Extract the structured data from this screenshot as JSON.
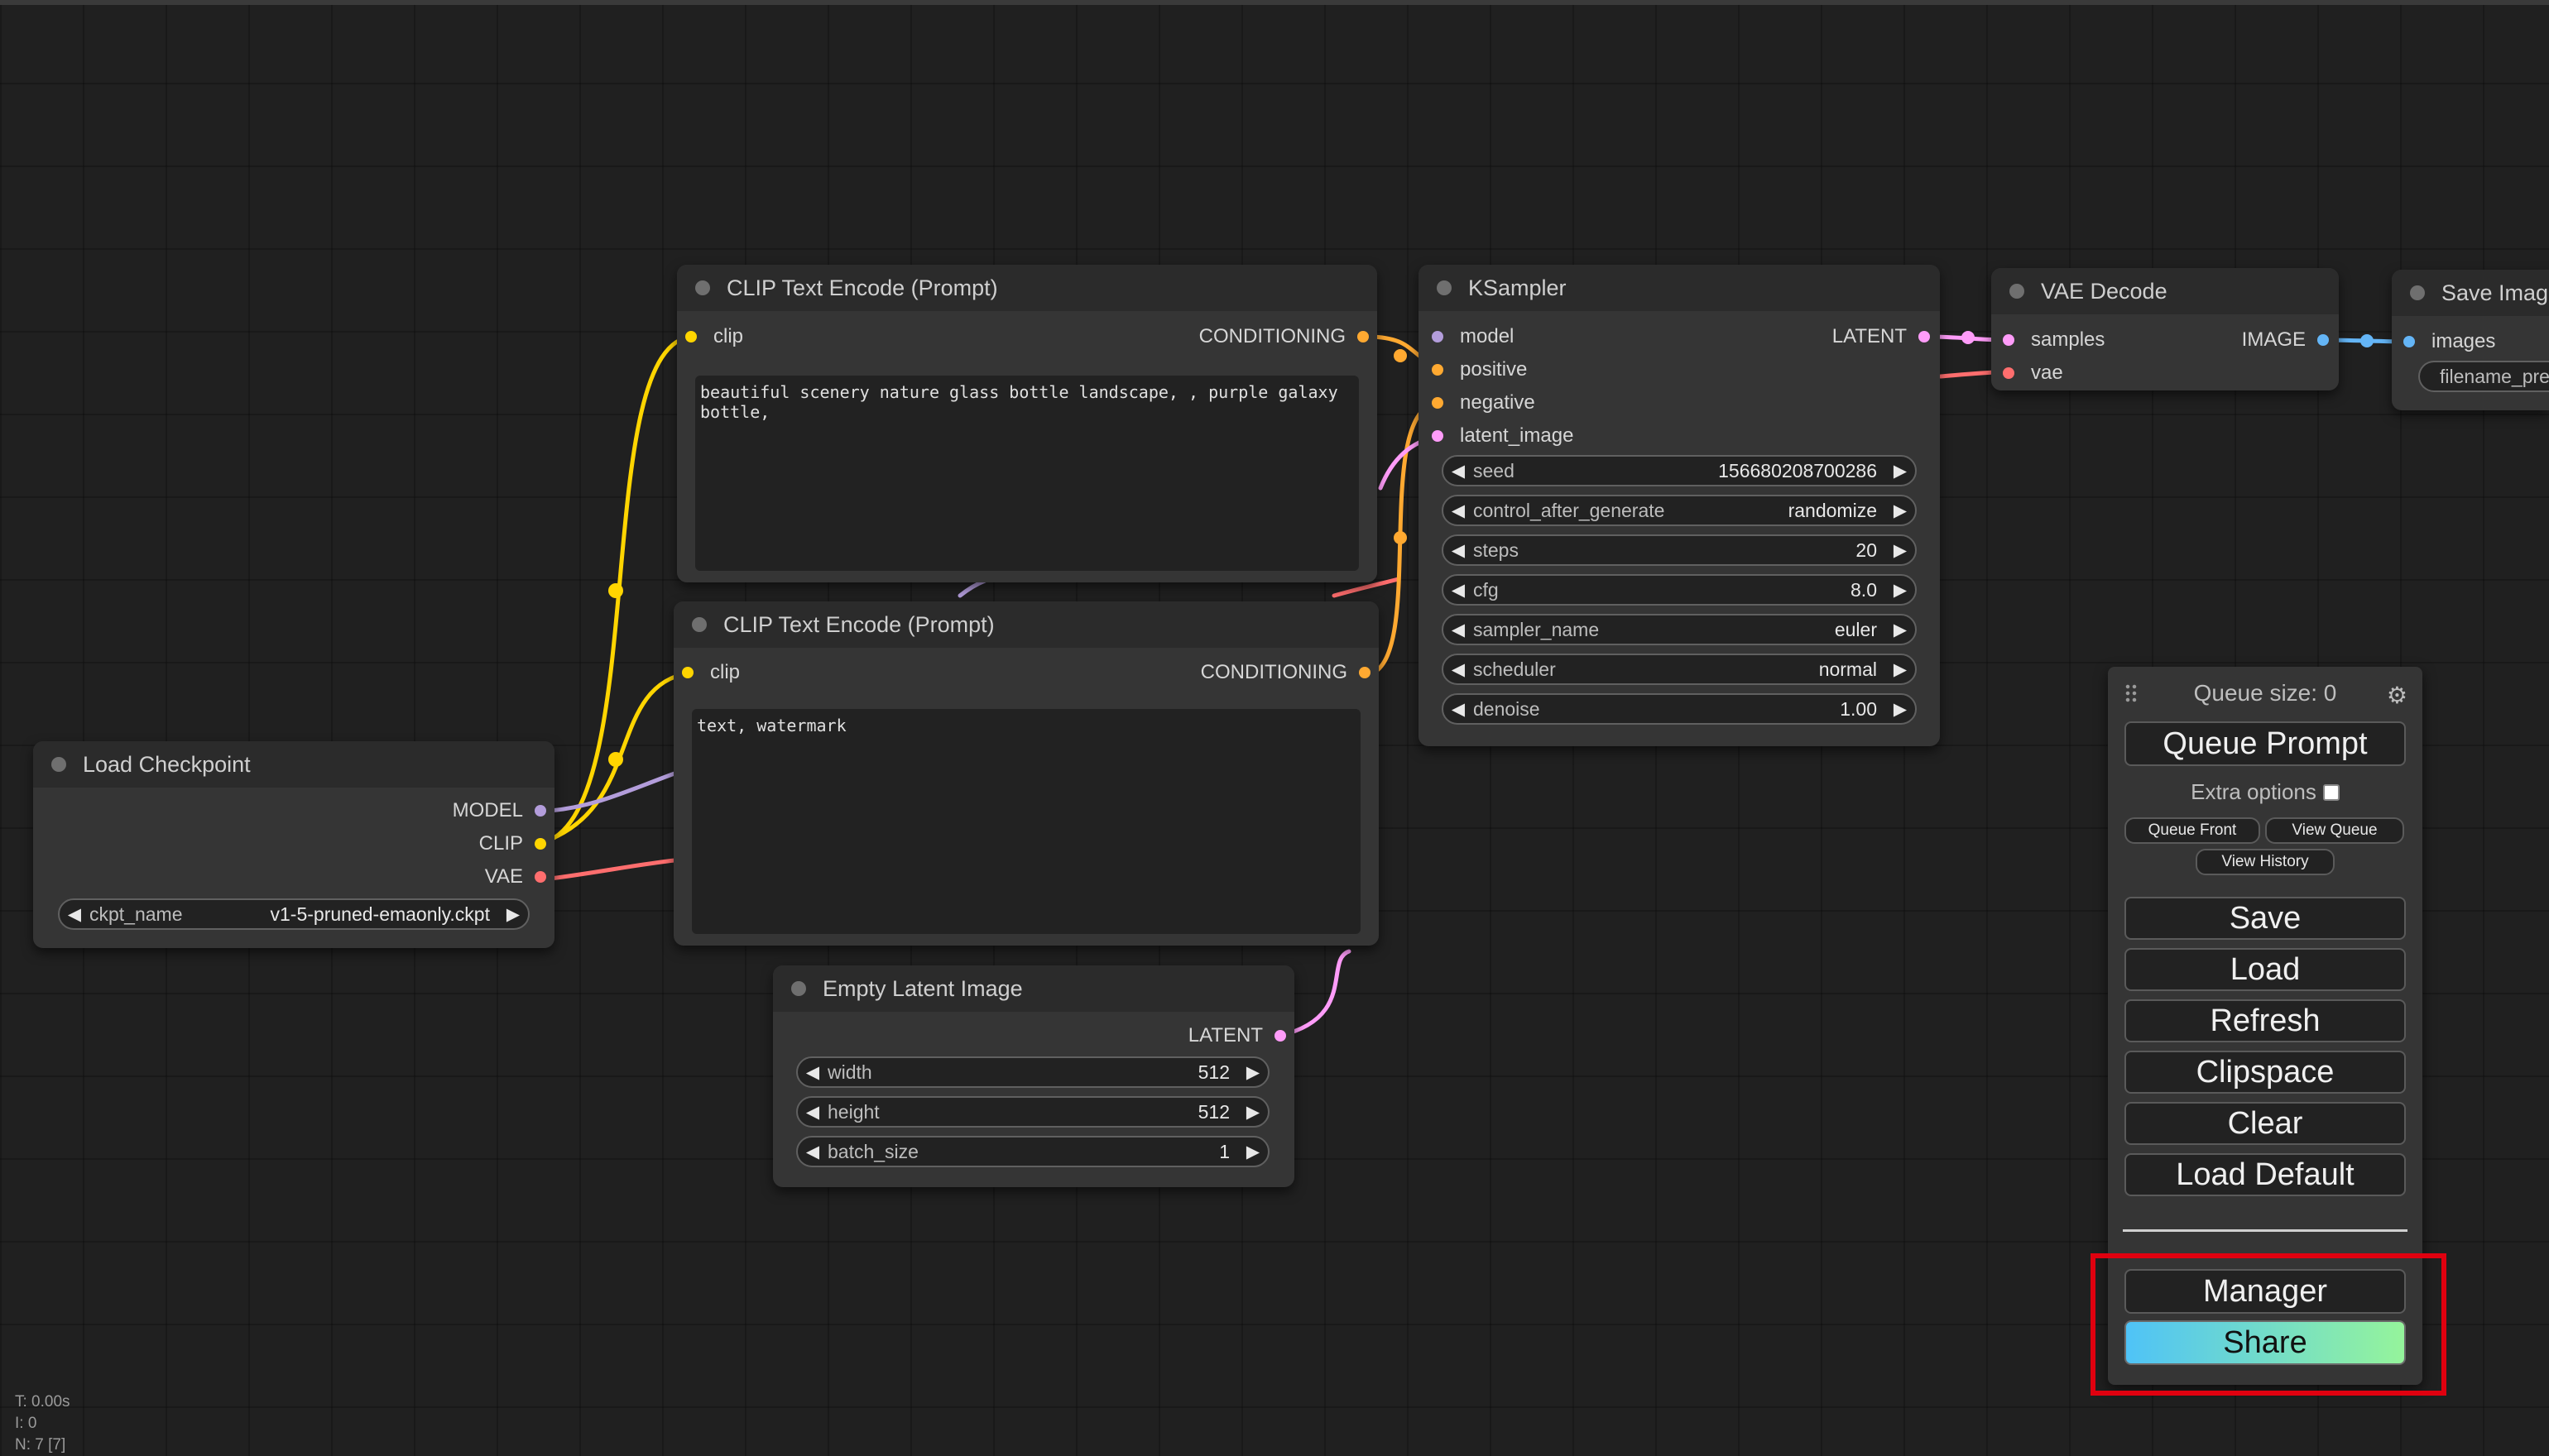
{
  "colors": {
    "clip": "#ffd500",
    "model": "#b39ddb",
    "conditioning": "#ffa931",
    "latent": "#ff9cf9",
    "vae": "#ff6e6e",
    "image": "#64b5f6",
    "highlight": "#e0000f",
    "share_gradient": [
      "#4fc3f7",
      "#95f49b"
    ]
  },
  "nodes": {
    "clip_pos": {
      "title": "CLIP Text Encode (Prompt)",
      "input": "clip",
      "output": "CONDITIONING",
      "text": "beautiful scenery nature glass bottle landscape, , purple galaxy bottle,"
    },
    "clip_neg": {
      "title": "CLIP Text Encode (Prompt)",
      "input": "clip",
      "output": "CONDITIONING",
      "text": "text, watermark"
    },
    "checkpoint": {
      "title": "Load Checkpoint",
      "outputs": [
        "MODEL",
        "CLIP",
        "VAE"
      ],
      "widget": {
        "name": "ckpt_name",
        "value": "v1-5-pruned-emaonly.ckpt"
      }
    },
    "latent": {
      "title": "Empty Latent Image",
      "output": "LATENT",
      "widgets": [
        {
          "name": "width",
          "value": "512"
        },
        {
          "name": "height",
          "value": "512"
        },
        {
          "name": "batch_size",
          "value": "1"
        }
      ]
    },
    "ksampler": {
      "title": "KSampler",
      "inputs": [
        "model",
        "positive",
        "negative",
        "latent_image"
      ],
      "output": "LATENT",
      "widgets": [
        {
          "name": "seed",
          "value": "156680208700286"
        },
        {
          "name": "control_after_generate",
          "value": "randomize"
        },
        {
          "name": "steps",
          "value": "20"
        },
        {
          "name": "cfg",
          "value": "8.0"
        },
        {
          "name": "sampler_name",
          "value": "euler"
        },
        {
          "name": "scheduler",
          "value": "normal"
        },
        {
          "name": "denoise",
          "value": "1.00"
        }
      ]
    },
    "vae_decode": {
      "title": "VAE Decode",
      "inputs": [
        "samples",
        "vae"
      ],
      "output": "IMAGE"
    },
    "save_image": {
      "title": "Save Imag",
      "input": "images",
      "widget": "filename_pre"
    }
  },
  "menu": {
    "queue_size": "Queue size: 0",
    "queue_prompt": "Queue Prompt",
    "extra_options": "Extra options",
    "queue_front": "Queue Front",
    "view_queue": "View Queue",
    "view_history": "View History",
    "save": "Save",
    "load": "Load",
    "refresh": "Refresh",
    "clipspace": "Clipspace",
    "clear": "Clear",
    "load_default": "Load Default",
    "manager": "Manager",
    "share": "Share"
  },
  "stats": {
    "t": "T: 0.00s",
    "i": "I: 0",
    "n": "N: 7 [7]"
  }
}
